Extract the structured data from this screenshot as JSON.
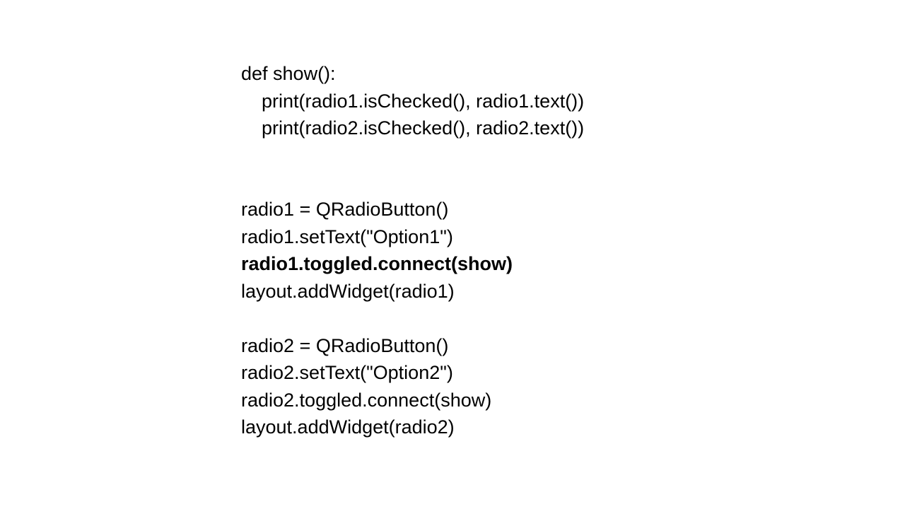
{
  "page": {
    "background_color": "#ffffff",
    "text_color": "#000000"
  },
  "code_blocks": [
    {
      "id": "block-show-function",
      "lines": [
        {
          "text": "def show():",
          "indent": 0,
          "bold": false
        },
        {
          "text": "print(radio1.isChecked(), radio1.text())",
          "indent": 1,
          "bold": false
        },
        {
          "text": "print(radio2.isChecked(), radio2.text())",
          "indent": 1,
          "bold": false
        }
      ]
    },
    {
      "id": "block-radio-setup",
      "lines": [
        {
          "text": "radio1 = QRadioButton()",
          "indent": 0,
          "bold": false
        },
        {
          "text": "radio1.setText(\"Option1\")",
          "indent": 0,
          "bold": false
        },
        {
          "text": "radio1.toggled.connect(show)",
          "indent": 0,
          "bold": true
        },
        {
          "text": "layout.addWidget(radio1)",
          "indent": 0,
          "bold": false
        },
        {
          "text": "",
          "indent": 0,
          "bold": false
        },
        {
          "text": "radio2 = QRadioButton()",
          "indent": 0,
          "bold": false
        },
        {
          "text": "radio2.setText(\"Option2\")",
          "indent": 0,
          "bold": false
        },
        {
          "text": "radio2.toggled.connect(show)",
          "indent": 0,
          "bold": false
        },
        {
          "text": "layout.addWidget(radio2)",
          "indent": 0,
          "bold": false
        }
      ]
    }
  ]
}
